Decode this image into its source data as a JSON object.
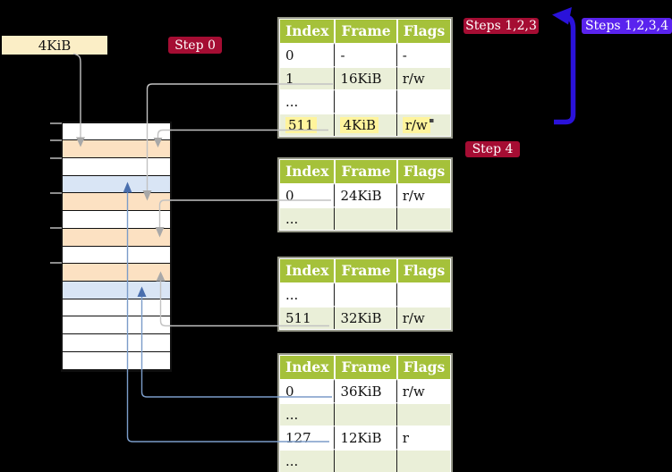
{
  "labels": {
    "frame_size": "4KiB",
    "step0": "Step 0",
    "steps123": "Steps 1,2,3",
    "steps1234": "Steps 1,2,3,4",
    "step4": "Step 4"
  },
  "tables": {
    "headers": [
      "Index",
      "Frame",
      "Flags"
    ],
    "list": [
      {
        "id": "page-table-1",
        "rows": [
          {
            "cells": [
              "0",
              "-",
              "-"
            ],
            "shade": "white"
          },
          {
            "cells": [
              "1",
              "16KiB",
              "r/w"
            ],
            "shade": "green"
          },
          {
            "cells": [
              "...",
              "",
              ""
            ],
            "shade": "white"
          },
          {
            "cells": [
              "511",
              "4KiB",
              "r/w"
            ],
            "shade": "green",
            "highlight": true
          }
        ]
      },
      {
        "id": "page-table-2",
        "rows": [
          {
            "cells": [
              "0",
              "24KiB",
              "r/w"
            ],
            "shade": "white"
          },
          {
            "cells": [
              "...",
              "",
              ""
            ],
            "shade": "green"
          }
        ]
      },
      {
        "id": "page-table-3",
        "rows": [
          {
            "cells": [
              "...",
              "",
              ""
            ],
            "shade": "white"
          },
          {
            "cells": [
              "511",
              "32KiB",
              "r/w"
            ],
            "shade": "green"
          }
        ]
      },
      {
        "id": "page-table-4",
        "rows": [
          {
            "cells": [
              "0",
              "36KiB",
              "r/w"
            ],
            "shade": "white"
          },
          {
            "cells": [
              "...",
              "",
              ""
            ],
            "shade": "green"
          },
          {
            "cells": [
              "127",
              "12KiB",
              "r"
            ],
            "shade": "white"
          },
          {
            "cells": [
              "...",
              "",
              ""
            ],
            "shade": "green"
          }
        ]
      }
    ]
  },
  "memory": {
    "row_colors": [
      "white",
      "orange",
      "white",
      "blue",
      "orange",
      "white",
      "orange",
      "white",
      "orange",
      "blue",
      "white",
      "white",
      "white",
      "white"
    ]
  },
  "colors": {
    "badge_crimson": "#a50d33",
    "badge_blue": "#5a23ee",
    "table_header_green": "#a5c13a",
    "table_row_green": "#eaefd8",
    "memory_orange": "#fce1c2",
    "memory_blue": "#d9e5f5",
    "highlight_yellow": "#fff49c",
    "connector_gray": "#c2c2c2",
    "connector_blue": "#7b9cc9",
    "big_arrow_blue": "#2a12da",
    "size_box_cream": "#fbeec6"
  }
}
